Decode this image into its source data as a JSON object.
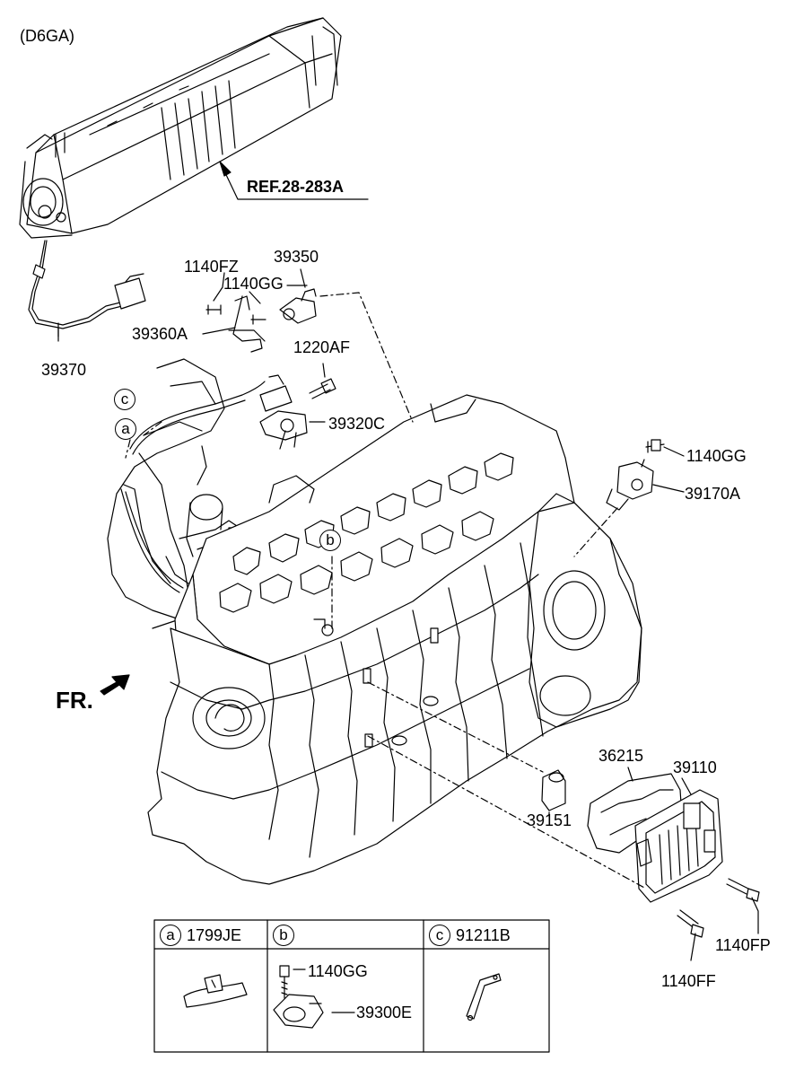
{
  "diagram": {
    "engine_code": "(D6GA)",
    "reference": "REF.28-283A",
    "front_label": "FR.",
    "callouts": {
      "c": "c",
      "a": "a",
      "b": "b"
    },
    "parts": {
      "p39370": "39370",
      "p1140fz": "1140FZ",
      "p1140gg_top": "1140GG",
      "p39350": "39350",
      "p39360a": "39360A",
      "p1220af": "1220AF",
      "p39320c": "39320C",
      "p1140gg_right": "1140GG",
      "p39170a": "39170A",
      "p36215": "36215",
      "p39110": "39110",
      "p39151": "39151",
      "p1140fp": "1140FP",
      "p1140ff": "1140FF"
    },
    "legend": {
      "a_letter": "a",
      "a_part": "1799JE",
      "b_letter": "b",
      "b_part_bolt": "1140GG",
      "b_part_sensor": "39300E",
      "c_letter": "c",
      "c_part": "91211B"
    }
  }
}
